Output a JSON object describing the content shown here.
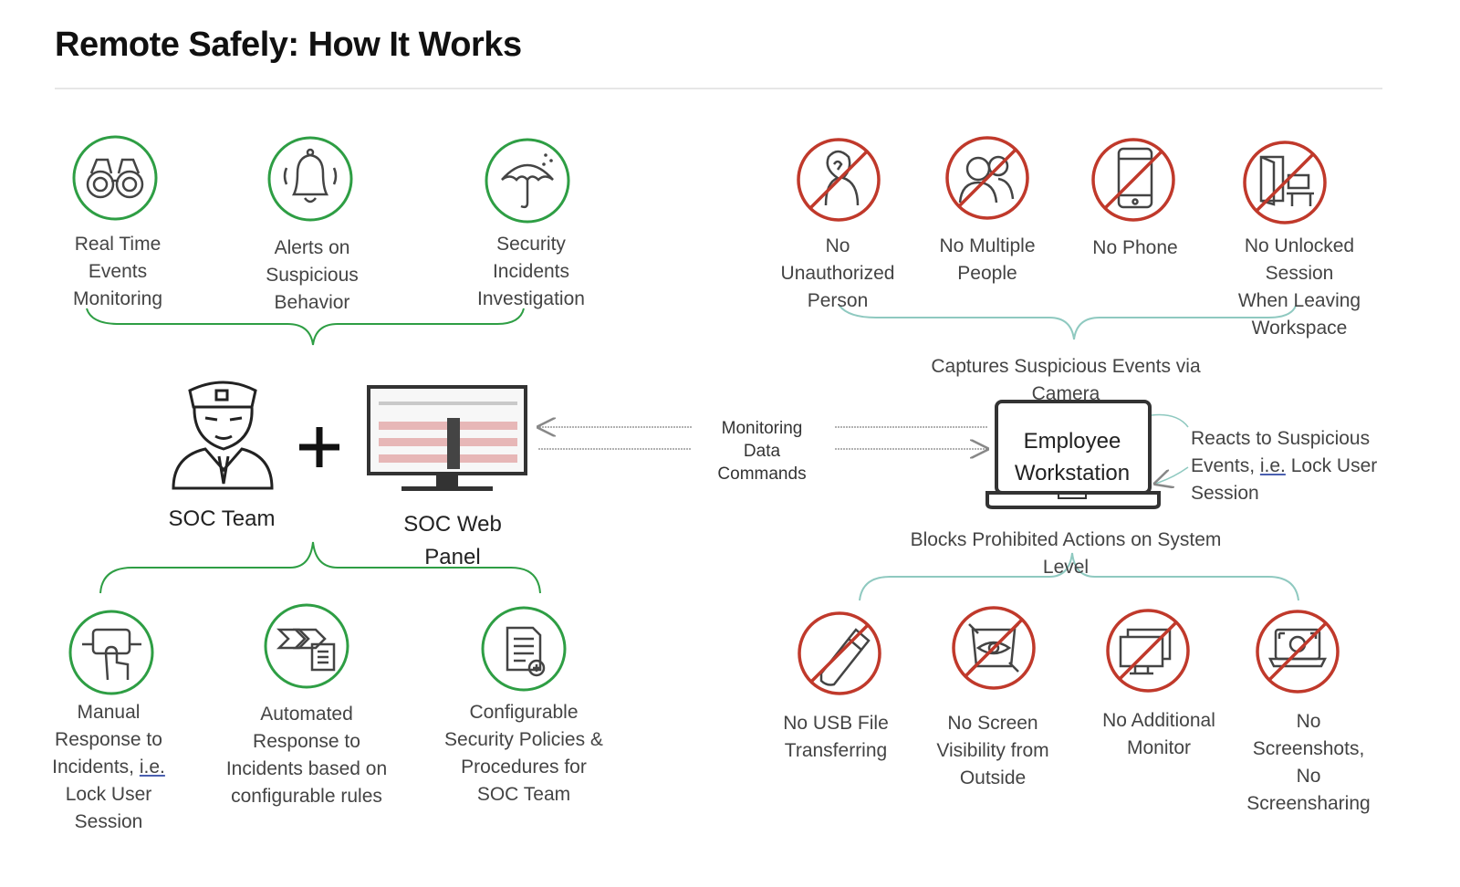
{
  "title": "Remote Safely: How It Works",
  "top_left": [
    {
      "icon": "binoculars-icon",
      "label": "Real Time\nEvents\nMonitoring"
    },
    {
      "icon": "bell-icon",
      "label": "Alerts on\nSuspicious\nBehavior"
    },
    {
      "icon": "umbrella-icon",
      "label": "Security\nIncidents\nInvestigation"
    }
  ],
  "top_right": [
    {
      "icon": "unauthorized-person-icon",
      "label": "No\nUnauthorized\nPerson"
    },
    {
      "icon": "multiple-people-icon",
      "label": "No Multiple\nPeople"
    },
    {
      "icon": "phone-icon",
      "label": "No Phone"
    },
    {
      "icon": "unlocked-session-icon",
      "label": "No Unlocked Session\nWhen Leaving\nWorkspace"
    }
  ],
  "soc_team_label": "SOC Team",
  "soc_panel_label": "SOC  Web\nPanel",
  "monitoring_label": "Monitoring\nData\nCommands",
  "captures_label": "Captures Suspicious Events via\nCamera",
  "employee_label": "Employee\nWorkstation",
  "reacts": {
    "pre": "Reacts to Suspicious\nEvents, ",
    "ie": "i.e.",
    "post": " Lock User\nSession"
  },
  "blocks_label": "Blocks Prohibited Actions on System\nLevel",
  "bottom_left": [
    {
      "icon": "hand-keyboard-icon",
      "pre": "Manual\nResponse to\nIncidents, ",
      "ie": "i.e.",
      "post": "\nLock User\nSession"
    },
    {
      "icon": "automation-icon",
      "label": "Automated\nResponse to\nIncidents based on\nconfigurable rules"
    },
    {
      "icon": "document-policy-icon",
      "label": "Configurable\nSecurity Policies &\nProcedures for\nSOC Team"
    }
  ],
  "bottom_right": [
    {
      "icon": "usb-icon",
      "label": "No USB File\nTransferring"
    },
    {
      "icon": "screen-visibility-icon",
      "label": "No Screen\nVisibility from\nOutside"
    },
    {
      "icon": "additional-monitor-icon",
      "label": "No Additional\nMonitor"
    },
    {
      "icon": "screenshot-icon",
      "label": "No\nScreenshots,\nNo\nScreensharing"
    }
  ],
  "colors": {
    "green": "#2e9e44",
    "red": "#c0392b",
    "brace": "#2e9e44",
    "brace_right": "#8fc9c0"
  }
}
